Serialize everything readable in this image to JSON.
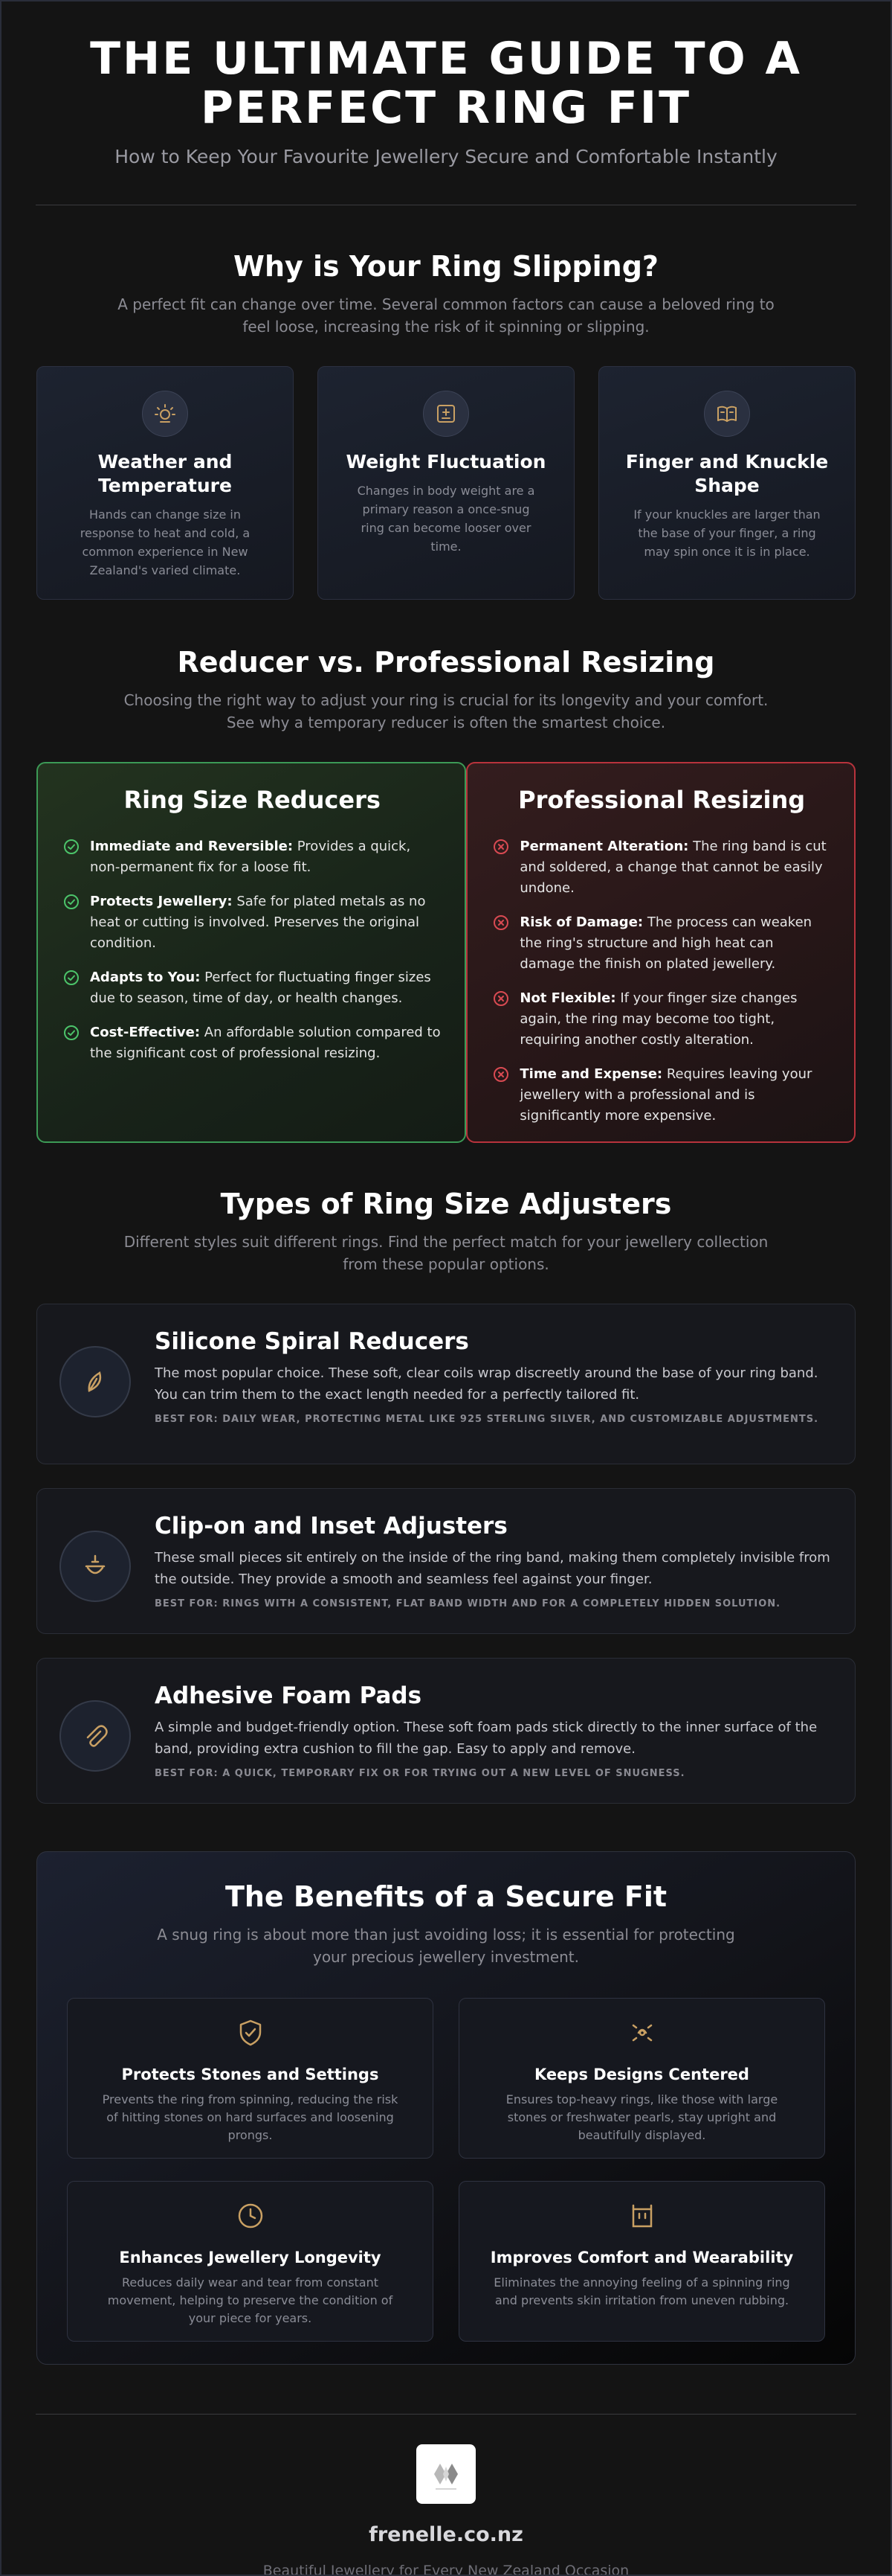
{
  "hero": {
    "title_line1": "THE ULTIMATE GUIDE TO A",
    "title_line2": "PERFECT RING FIT",
    "subtitle": "How to Keep Your Favourite Jewellery Secure and Comfortable Instantly"
  },
  "why": {
    "title": "Why is Your Ring Slipping?",
    "description": "A perfect fit can change over time. Several common factors can cause a beloved ring to feel loose, increasing the risk of it spinning or slipping.",
    "cards": [
      {
        "icon": "sun-icon",
        "title": "Weather and Temperature",
        "text": "Hands can change size in response to heat and cold, a common experience in New Zealand's varied climate."
      },
      {
        "icon": "scale-icon",
        "title": "Weight Fluctuation",
        "text": "Changes in body weight are a primary reason a once-snug ring can become looser over time."
      },
      {
        "icon": "hand-icon",
        "title": "Finger and Knuckle Shape",
        "text": "If your knuckles are larger than the base of your finger, a ring may spin once it is in place."
      }
    ]
  },
  "compare": {
    "title": "Reducer vs. Professional Resizing",
    "description": "Choosing the right way to adjust your ring is crucial for its longevity and your comfort. See why a temporary reducer is often the smartest choice.",
    "reducers": {
      "title": "Ring Size Reducers",
      "items": [
        {
          "bold": "Immediate and Reversible:",
          "text": " Provides a quick, non-permanent fix for a loose fit."
        },
        {
          "bold": "Protects Jewellery:",
          "text": " Safe for plated metals as no heat or cutting is involved. Preserves the original condition."
        },
        {
          "bold": "Adapts to You:",
          "text": " Perfect for fluctuating finger sizes due to season, time of day, or health changes."
        },
        {
          "bold": "Cost-Effective:",
          "text": " An affordable solution compared to the significant cost of professional resizing."
        }
      ]
    },
    "resizing": {
      "title": "Professional Resizing",
      "items": [
        {
          "bold": "Permanent Alteration:",
          "text": " The ring band is cut and soldered, a change that cannot be easily undone."
        },
        {
          "bold": "Risk of Damage:",
          "text": " The process can weaken the ring's structure and high heat can damage the finish on plated jewellery."
        },
        {
          "bold": "Not Flexible:",
          "text": " If your finger size changes again, the ring may become too tight, requiring another costly alteration."
        },
        {
          "bold": "Time and Expense:",
          "text": " Requires leaving your jewellery with a professional and is significantly more expensive."
        }
      ]
    }
  },
  "types": {
    "title": "Types of Ring Size Adjusters",
    "description": "Different styles suit different rings. Find the perfect match for your jewellery collection from these popular options.",
    "items": [
      {
        "icon": "leaf-icon",
        "title": "Silicone Spiral Reducers",
        "text": "The most popular choice. These soft, clear coils wrap discreetly around the base of your ring band. You can trim them to the exact length needed for a perfectly tailored fit.",
        "best": "BEST FOR: DAILY WEAR, PROTECTING METAL LIKE 925 STERLING SILVER, AND CUSTOMIZABLE ADJUSTMENTS."
      },
      {
        "icon": "insert-icon",
        "title": "Clip-on and Inset Adjusters",
        "text": "These small pieces sit entirely on the inside of the ring band, making them completely invisible from the outside. They provide a smooth and seamless feel against your finger.",
        "best": "BEST FOR: RINGS WITH A CONSISTENT, FLAT BAND WIDTH AND FOR A COMPLETELY HIDDEN SOLUTION."
      },
      {
        "icon": "paperclip-icon",
        "title": "Adhesive Foam Pads",
        "text": "A simple and budget-friendly option. These soft foam pads stick directly to the inner surface of the band, providing extra cushion to fill the gap. Easy to apply and remove.",
        "best": "BEST FOR: A QUICK, TEMPORARY FIX OR FOR TRYING OUT A NEW LEVEL OF SNUGNESS."
      }
    ]
  },
  "benefits": {
    "title": "The Benefits of a Secure Fit",
    "description": "A snug ring is about more than just avoiding loss; it is essential for protecting your precious jewellery investment.",
    "items": [
      {
        "icon": "shield-check-icon",
        "title": "Protects Stones and Settings",
        "text": "Prevents the ring from spinning, reducing the risk of hitting stones on hard surfaces and loosening prongs."
      },
      {
        "icon": "focus-icon",
        "title": "Keeps Designs Centered",
        "text": "Ensures top-heavy rings, like those with large stones or freshwater pearls, stay upright and beautifully displayed."
      },
      {
        "icon": "clock-icon",
        "title": "Enhances Jewellery Longevity",
        "text": "Reduces daily wear and tear from constant movement, helping to preserve the condition of your piece for years."
      },
      {
        "icon": "comfort-icon",
        "title": "Improves Comfort and Wearability",
        "text": "Eliminates the annoying feeling of a spinning ring and prevents skin irritation from uneven rubbing."
      }
    ]
  },
  "footer": {
    "site": "frenelle.co.nz",
    "tagline": "Beautiful Jewellery for Every New Zealand Occasion"
  },
  "colors": {
    "accent_gold": "#c9a063",
    "green": "#4cc46a",
    "red": "#d94a52"
  }
}
